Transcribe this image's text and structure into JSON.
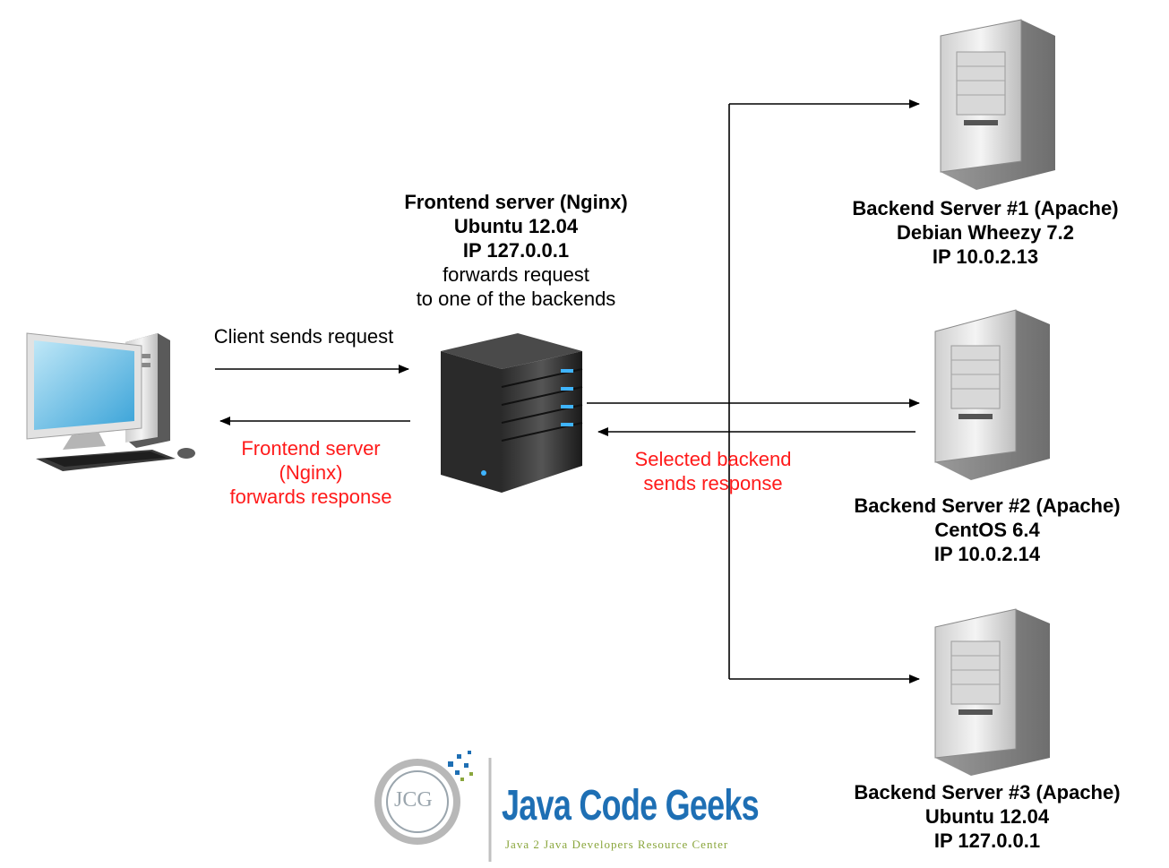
{
  "frontend": {
    "title": "Frontend server (Nginx)",
    "os": "Ubuntu 12.04",
    "ip": "IP 127.0.0.1",
    "desc_1": "forwards request",
    "desc_2": "to one of the backends"
  },
  "client_request": "Client sends request",
  "client_response": {
    "line_1": "Frontend server",
    "line_2": "(Nginx)",
    "line_3": "forwards response"
  },
  "backend_response": {
    "line_1": "Selected backend",
    "line_2": "sends response"
  },
  "backends": [
    {
      "title": "Backend Server #1 (Apache)",
      "os": "Debian Wheezy 7.2",
      "ip": "IP 10.0.2.13"
    },
    {
      "title": "Backend Server #2 (Apache)",
      "os": "CentOS 6.4",
      "ip": "IP 10.0.2.14"
    },
    {
      "title": "Backend Server #3 (Apache)",
      "os": "Ubuntu 12.04",
      "ip": "IP 127.0.0.1"
    }
  ],
  "logo": {
    "mark": "JCG",
    "name": "Java Code Geeks",
    "tagline": "Java 2 Java Developers Resource Center"
  },
  "colors": {
    "response_text": "#ff1a1a",
    "logo_blue": "#1e6fb4",
    "logo_green": "#8aa63c"
  }
}
